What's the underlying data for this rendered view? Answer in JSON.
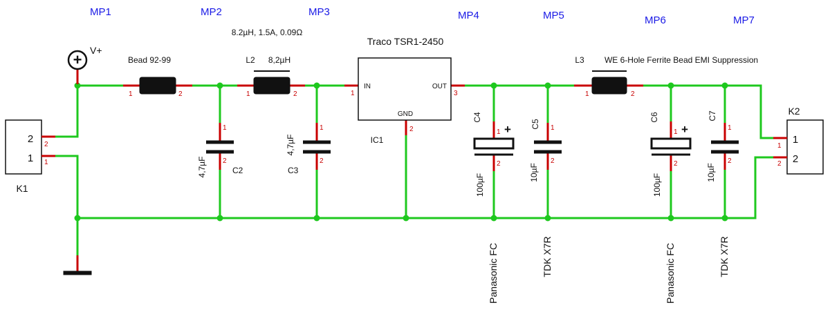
{
  "measure_points": [
    "MP1",
    "MP2",
    "MP3",
    "MP4",
    "MP5",
    "MP6",
    "MP7"
  ],
  "supply": {
    "label": "V+",
    "symbol": "+"
  },
  "connectors": {
    "k1": {
      "name": "K1",
      "pin_top": "2",
      "pin_bottom": "1"
    },
    "k2": {
      "name": "K2",
      "pin_top": "1",
      "pin_bottom": "2"
    }
  },
  "bead1": {
    "label": "Bead 92-99",
    "pin1": "1",
    "pin2": "2"
  },
  "l2": {
    "name": "L2",
    "value": "8,2µH",
    "spec": "8.2µH, 1.5A, 0.09Ω",
    "pin1": "1",
    "pin2": "2"
  },
  "ic1": {
    "name": "IC1",
    "title": "Traco TSR1-2450",
    "pin_in": "IN",
    "pin_out": "OUT",
    "pin_gnd": "GND",
    "pin_in_no": "1",
    "pin_out_no": "3",
    "pin_gnd_no": "2"
  },
  "l3": {
    "name": "L3",
    "desc": "WE 6-Hole Ferrite Bead EMI Suppression",
    "pin1": "1",
    "pin2": "2"
  },
  "c2": {
    "name": "C2",
    "value": "4,7µF",
    "pin1": "1",
    "pin2": "2"
  },
  "c3": {
    "name": "C3",
    "value": "4,7µF",
    "pin1": "1",
    "pin2": "2"
  },
  "c4": {
    "name": "C4",
    "value": "100µF",
    "maker": "Panasonic FC",
    "pin1": "1",
    "pin2": "2",
    "polarity": "+"
  },
  "c5": {
    "name": "C5",
    "value": "10µF",
    "maker": "TDK X7R",
    "pin1": "1",
    "pin2": "2"
  },
  "c6": {
    "name": "C6",
    "value": "100µF",
    "maker": "Panasonic FC",
    "pin1": "1",
    "pin2": "2",
    "polarity": "+"
  },
  "c7": {
    "name": "C7",
    "value": "10µF",
    "maker": "TDK X7R",
    "pin1": "1",
    "pin2": "2"
  },
  "colors": {
    "wire": "#1ec81e",
    "pin": "#c80000",
    "measure_point": "#1a1ae6",
    "part": "#111111"
  }
}
